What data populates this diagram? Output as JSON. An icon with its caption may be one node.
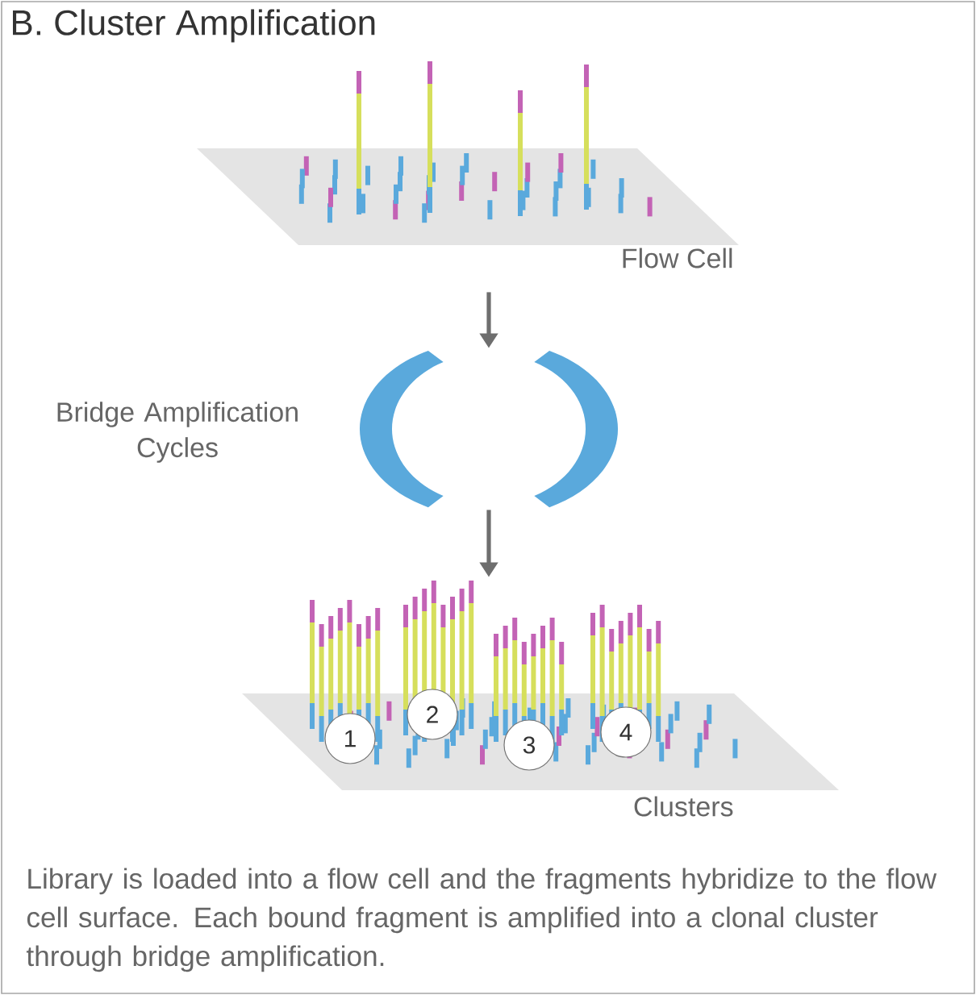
{
  "diagram": {
    "title": "B. Cluster Amplification",
    "caption": "Library is loaded into a flow cell and the fragments hybridize to the flow cell surface. Each bound fragment is amplified into a clonal cluster through bridge amplification.",
    "nodes": [
      {
        "text": [],
        "shape": "picture",
        "beside": [
          "Flow Cell"
        ]
      },
      {
        "text": [],
        "shape": "picture",
        "beside": [
          "Bridge Amplification Cycles"
        ]
      },
      {
        "text": [],
        "shape": "picture",
        "beside": [
          "Clusters"
        ]
      },
      {
        "text": [
          "1"
        ],
        "in": 2
      },
      {
        "text": [
          "2"
        ],
        "in": 2
      },
      {
        "text": [
          "3"
        ],
        "in": 2
      },
      {
        "text": [
          "4"
        ],
        "in": 2
      }
    ],
    "edges": [
      {
        "from": 0,
        "to": 1,
        "arrow": "to"
      },
      {
        "from": 1,
        "to": 2,
        "arrow": "to"
      }
    ]
  }
}
